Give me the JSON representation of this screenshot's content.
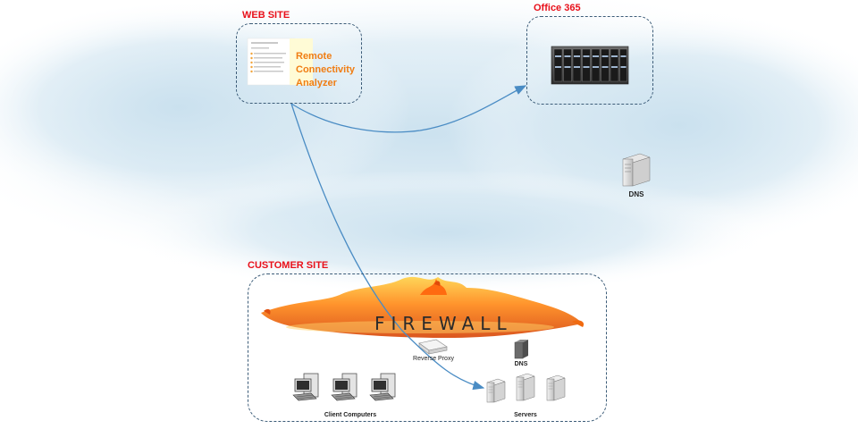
{
  "web_site": {
    "title": "WEB SITE",
    "product": [
      "Remote",
      "Connectivity",
      "Analyzer"
    ]
  },
  "office365": {
    "title": "Office 365"
  },
  "cloud_dns": {
    "label": "DNS"
  },
  "customer_site": {
    "title": "CUSTOMER SITE",
    "firewall": "FIREWALL",
    "reverse_proxy": "Reverse Proxy",
    "dns": "DNS",
    "client_computers": "Client Computers",
    "servers": "Servers"
  },
  "colors": {
    "title_red": "#e8101a",
    "analyzer_orange": "#f07d13",
    "arrow_blue": "#4a8cc4",
    "box_border": "#3c5c78"
  },
  "icons": [
    "server-rack-icon",
    "dns-server-icon",
    "firewall-flames",
    "reverse-proxy-icon",
    "client-computer-icon",
    "server-icon"
  ]
}
